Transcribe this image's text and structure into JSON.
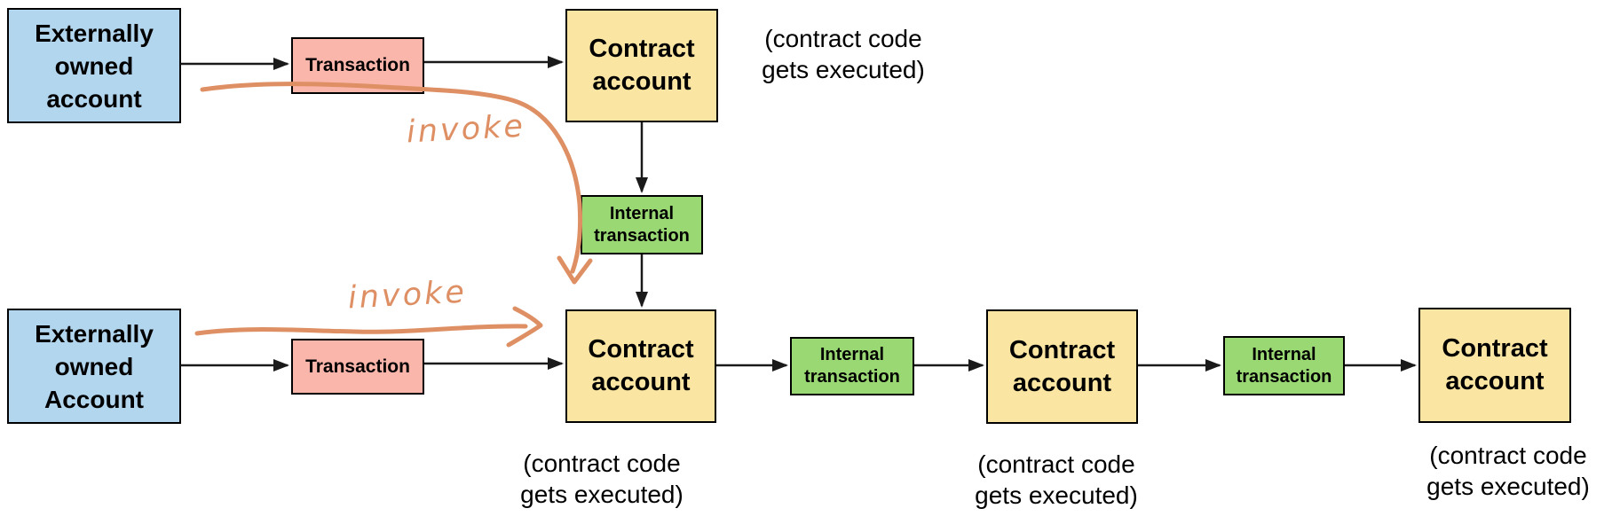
{
  "diagram": {
    "background": "#ffffff",
    "colors": {
      "background": "#ffffff",
      "box_border": "#000000",
      "eoa_fill": "#b3d6ef",
      "transaction_fill": "#fbb6ac",
      "contract_fill": "#fae6a2",
      "internal_fill": "#9ad874",
      "arrow": "#1a1a1a",
      "ink": "#de8f63",
      "text": "#000000"
    },
    "nodes": {
      "eoa_top": {
        "label": "Externally owned account"
      },
      "tx_top": {
        "label": "Transaction"
      },
      "contract_1": {
        "label": "Contract account"
      },
      "internal_1": {
        "label": "Internal transaction"
      },
      "eoa_bottom": {
        "label": "Externally owned Account"
      },
      "tx_bottom": {
        "label": "Transaction"
      },
      "contract_2": {
        "label": "Contract account"
      },
      "internal_2": {
        "label": "Internal transaction"
      },
      "contract_3": {
        "label": "Contract account"
      },
      "internal_3": {
        "label": "Internal transaction"
      },
      "contract_4": {
        "label": "Contract account"
      }
    },
    "captions": {
      "contract_1": "(contract code gets executed)",
      "contract_2": "(contract code gets executed)",
      "contract_3": "(contract code gets executed)",
      "contract_4": "(contract code gets executed)"
    },
    "annotations": {
      "invoke_top": "invoke",
      "invoke_bottom": "invoke"
    }
  }
}
